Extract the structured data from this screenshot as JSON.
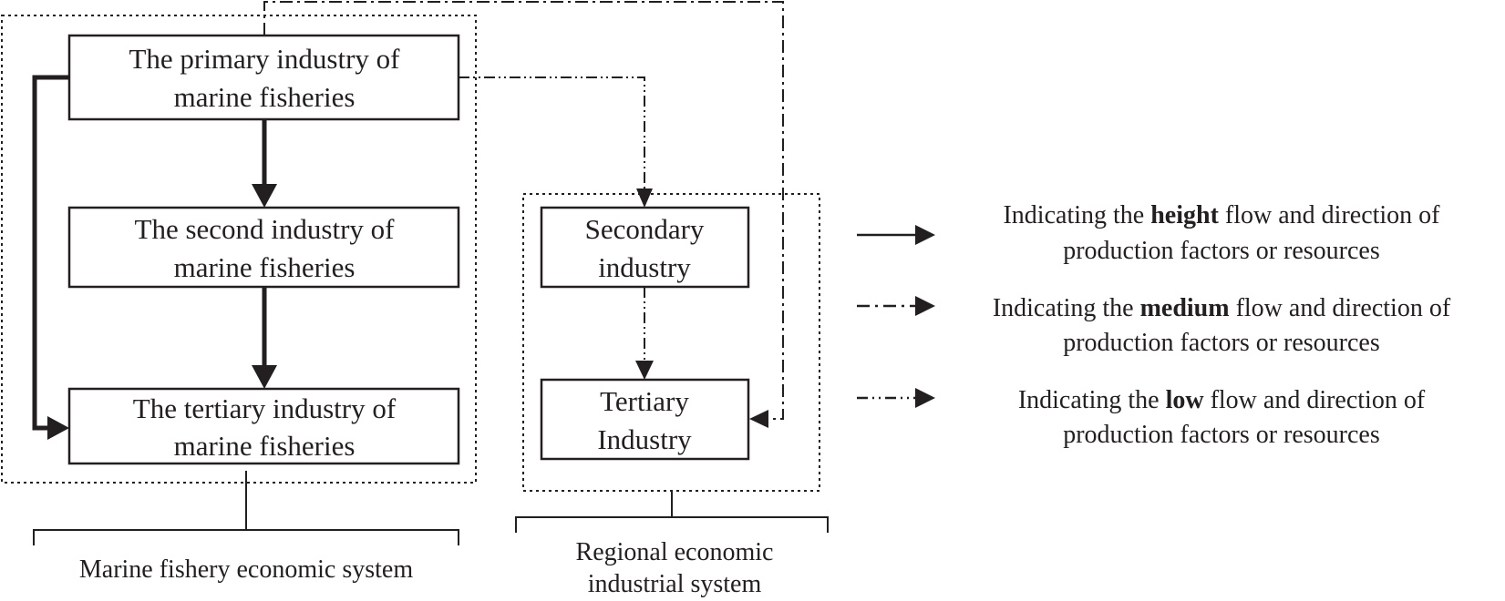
{
  "marine_system": {
    "primary": {
      "line1": "The primary industry of",
      "line2": "marine fisheries"
    },
    "second": {
      "line1": "The second industry of",
      "line2": "marine fisheries"
    },
    "tertiary": {
      "line1": "The tertiary industry of",
      "line2": "marine fisheries"
    },
    "caption": "Marine fishery economic system"
  },
  "regional_system": {
    "secondary": {
      "line1": "Secondary",
      "line2": "industry"
    },
    "tertiary": {
      "line1": "Tertiary",
      "line2": "Industry"
    },
    "caption": {
      "line1": "Regional economic",
      "line2": "industrial system"
    }
  },
  "legend": {
    "height": {
      "prefix": "Indicating the ",
      "keyword": "height",
      "suffix": " flow and direction of",
      "line2": "production factors or resources"
    },
    "medium": {
      "prefix": "Indicating the ",
      "keyword": "medium",
      "suffix": " flow and direction of",
      "line2": "production factors or resources"
    },
    "low": {
      "prefix": "Indicating the ",
      "keyword": "low",
      "suffix": " flow and direction of",
      "line2": "production factors or resources"
    }
  },
  "colors": {
    "ink": "#231f20",
    "background": "#ffffff"
  }
}
